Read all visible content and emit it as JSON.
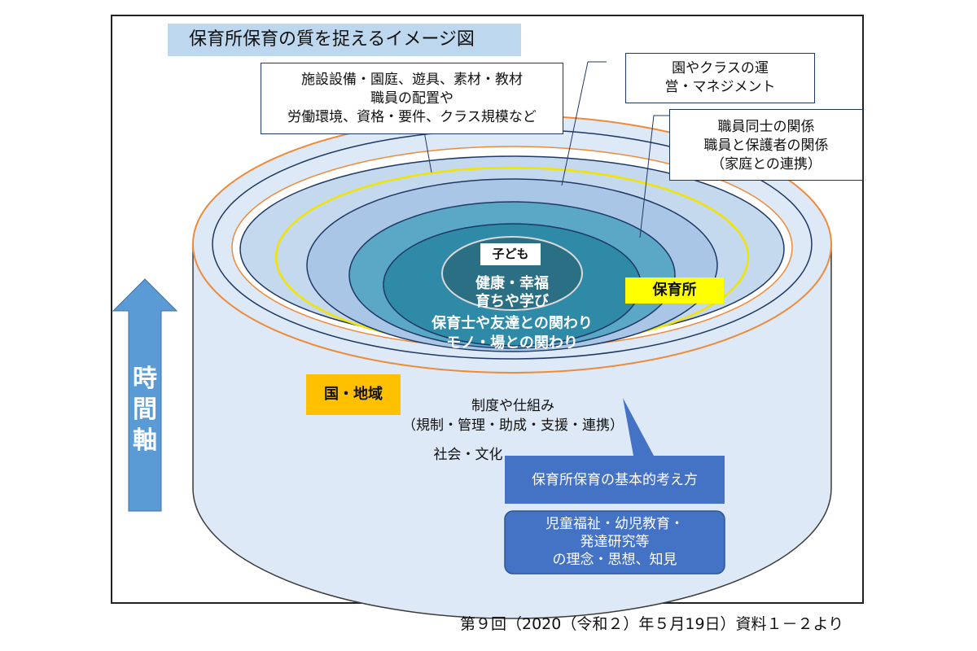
{
  "title": "保育所保育の質を捉えるイメージ図",
  "callouts": {
    "facilities": [
      "施設設備・園庭、遊具、素材・教材",
      "職員の配置や",
      "労働環境、資格・要件、クラス規模など"
    ],
    "management": [
      "園やクラスの運",
      "営・マネジメント"
    ],
    "relations": [
      "職員同士の関係",
      "職員と保護者の関係",
      "（家庭との連携）"
    ]
  },
  "center": {
    "child": "子ども",
    "lines": [
      "健康・幸福",
      "育ちや学び",
      "保育士や友達との関わり",
      "モノ・場との関わり"
    ]
  },
  "badges": {
    "nursery": "保育所",
    "region": "国・地域"
  },
  "system": [
    "制度や仕組み",
    "（規制・管理・助成・支援・連携）"
  ],
  "society": "社会・文化",
  "principle": {
    "heading": "保育所保育の基本的考え方",
    "lines": [
      "児童福祉・幼児教育・",
      "発達研究等",
      "の理念・思想、知見"
    ]
  },
  "time_axis": [
    "時",
    "間",
    "軸"
  ],
  "footnote": "第９回（2020（令和２）年５月19日）資料１－２より",
  "colors": {
    "title_bg": "#bdd7ee",
    "ring_outer": "#dde9f6",
    "ring_mid": "#a9c6e6",
    "ring_inner": "#5aa8c6",
    "core": "#2f8aa8",
    "child_oval": "#2a6f84",
    "orange_line": "#ed8b3a",
    "yellow_line": "#f2e400",
    "badge_yellow": "#ffff00",
    "badge_orange": "#ffc000",
    "principle_blue": "#4472c4",
    "arrow_blue": "#5b9bd5"
  }
}
